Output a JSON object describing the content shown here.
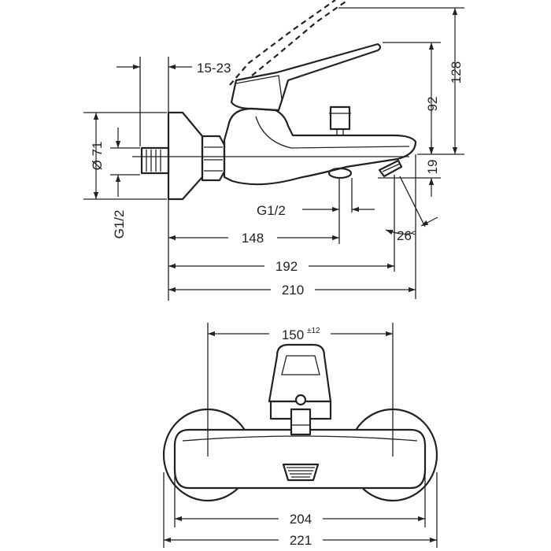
{
  "side_view": {
    "dim_wall_offset": "15-23",
    "dim_diameter": "Ø 71",
    "dim_inlet_thread": "G1/2",
    "dim_outlet_thread": "G1/2",
    "dim_148": "148",
    "dim_192": "192",
    "dim_210": "210",
    "dim_128": "128",
    "dim_92": "92",
    "dim_19": "19",
    "dim_angle": "26°"
  },
  "front_view": {
    "dim_centers": "150",
    "dim_centers_tolerance": "±12",
    "dim_204": "204",
    "dim_221": "221"
  }
}
